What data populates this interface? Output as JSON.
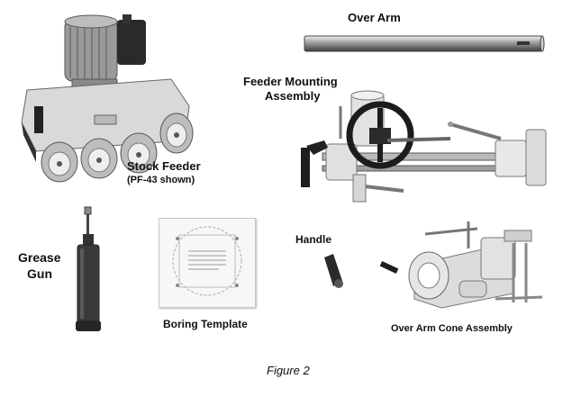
{
  "labels": {
    "over_arm": "Over Arm",
    "feeder_mounting_line1": "Feeder Mounting",
    "feeder_mounting_line2": "Assembly",
    "stock_feeder": "Stock Feeder",
    "stock_feeder_note": "(PF-43 shown)",
    "grease_line1": "Grease",
    "grease_line2": "Gun",
    "handle": "Handle",
    "boring_template": "Boring Template",
    "over_arm_cone": "Over Arm Cone Assembly"
  },
  "caption": "Figure 2"
}
